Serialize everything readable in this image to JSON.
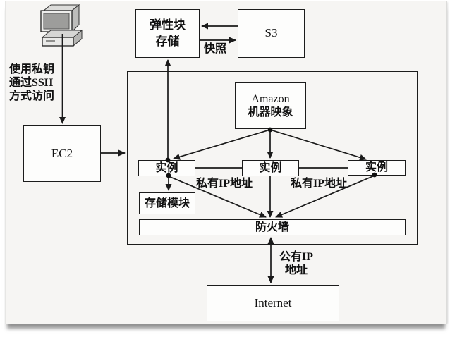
{
  "figure": {
    "type": "aws-ec2-architecture-diagram",
    "language": "zh-CN"
  },
  "colors": {
    "page_bg": "#f6f5f3",
    "box_fill": "#fdfdfc",
    "box_border": "#1c1c1c",
    "line": "#1a1a1a",
    "text": "#111111"
  },
  "icons": {
    "client_computer": "desktop-computer-icon"
  },
  "nodes": {
    "ebs": {
      "label_line1": "弹性块",
      "label_line2": "存储"
    },
    "s3": {
      "label": "S3"
    },
    "ec2": {
      "label": "EC2"
    },
    "ami": {
      "label_line1": "Amazon",
      "label_line2": "机器映象"
    },
    "instance1": {
      "label": "实例"
    },
    "instance2": {
      "label": "实例"
    },
    "instance3": {
      "label": "实例"
    },
    "storage_module": {
      "label": "存储模块"
    },
    "firewall": {
      "label": "防火墙"
    },
    "internet": {
      "label": "Internet"
    }
  },
  "labels": {
    "ssh_access_line1": "使用私钥",
    "ssh_access_line2": "通过SSH",
    "ssh_access_line3": "方式访问",
    "snapshot": "快照",
    "private_ip_left": "私有IP地址",
    "private_ip_right": "私有IP地址",
    "public_ip_line1": "公有IP",
    "public_ip_line2": "地址"
  }
}
